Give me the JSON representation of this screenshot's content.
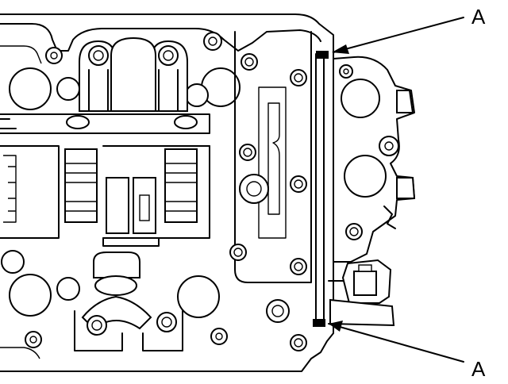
{
  "figure": {
    "callouts": [
      {
        "id": "upper",
        "label": "A"
      },
      {
        "id": "lower",
        "label": "A"
      }
    ],
    "colors": {
      "line": "#000000",
      "background": "#ffffff",
      "seal_mark": "#000000"
    }
  }
}
